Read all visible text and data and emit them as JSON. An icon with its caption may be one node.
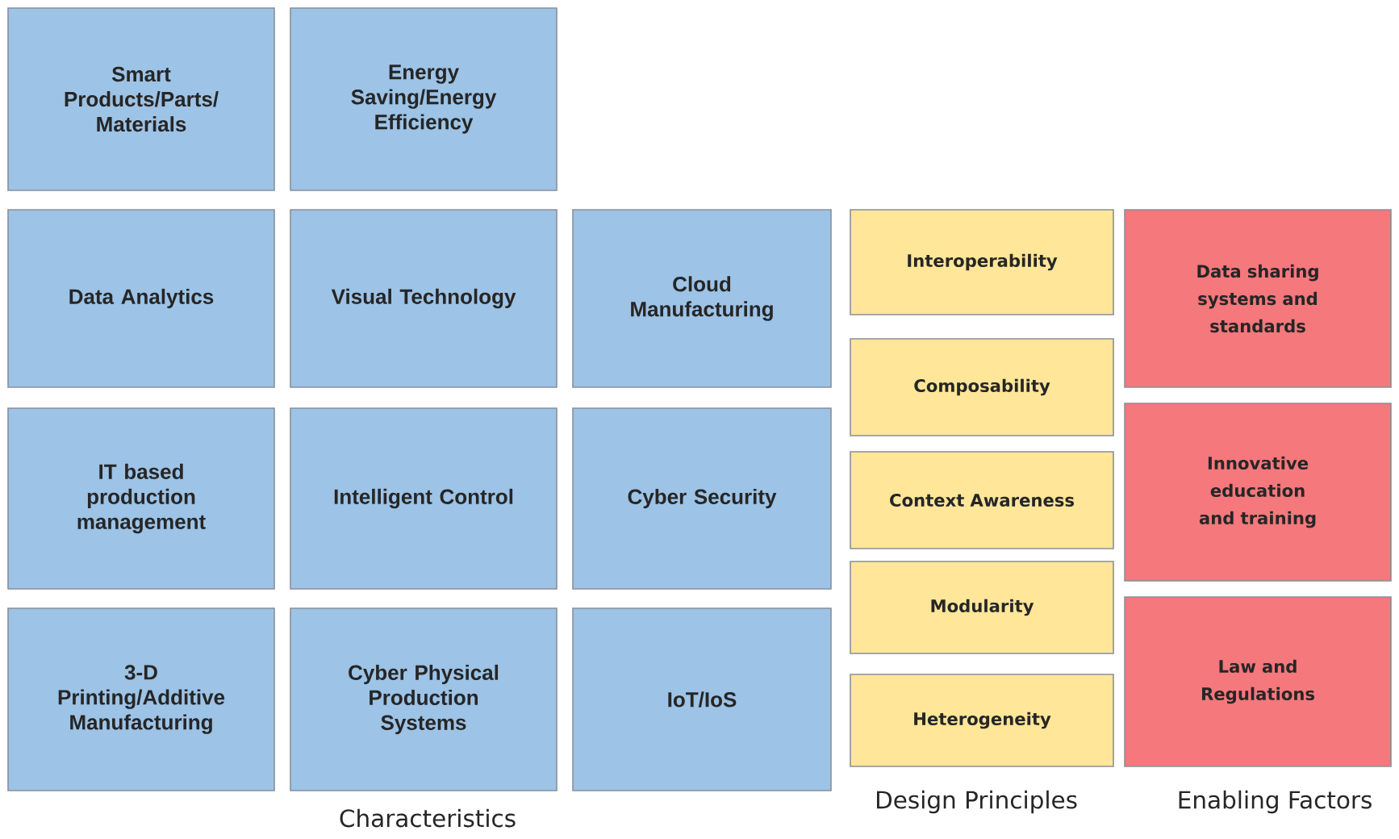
{
  "diagram": {
    "nodes": [
      {
        "text": [
          "Smart Products/Parts/ Materials"
        ]
      },
      {
        "text": [
          "Energy Saving/Energy Efficiency"
        ]
      },
      {
        "text": [
          "Data Analytics"
        ]
      },
      {
        "text": [
          "Visual Technology"
        ]
      },
      {
        "text": [
          "Cloud Manufacturing"
        ]
      },
      {
        "text": [
          "IT based production management"
        ]
      },
      {
        "text": [
          "Intelligent Control"
        ]
      },
      {
        "text": [
          "Cyber Security"
        ]
      },
      {
        "text": [
          "3-D Printing/Additive Manufacturing"
        ]
      },
      {
        "text": [
          "Cyber Physical Production Systems"
        ]
      },
      {
        "text": [
          "IoT/IoS"
        ]
      },
      {
        "text": [
          "Interoperability"
        ]
      },
      {
        "text": [
          "Composability"
        ]
      },
      {
        "text": [
          "Context Awareness"
        ]
      },
      {
        "text": [
          "Modularity"
        ]
      },
      {
        "text": [
          "Heterogeneity"
        ]
      },
      {
        "text": [
          "Data sharing systems and standards"
        ]
      },
      {
        "text": [
          "Innovative education and training"
        ]
      },
      {
        "text": [
          "Law and Regulations"
        ]
      }
    ],
    "labels": [
      "Characteristics",
      "Design Principles",
      "Enabling Factors"
    ]
  }
}
